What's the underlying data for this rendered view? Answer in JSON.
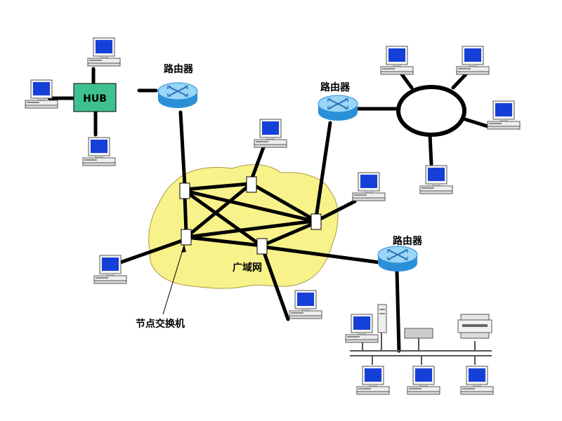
{
  "labels": {
    "hub": "HUB",
    "router_top": "路由器",
    "router_right": "路由器",
    "router_bottom": "路由器",
    "wan": "广域网",
    "node_switch": "节点交换机"
  },
  "colors": {
    "wan_fill": "#f8f28a",
    "hub_fill": "#3fc18f",
    "router_top": "#9ad6f6",
    "router_side": "#2b8fd8",
    "screen": "#1540d8",
    "line": "#000000"
  }
}
